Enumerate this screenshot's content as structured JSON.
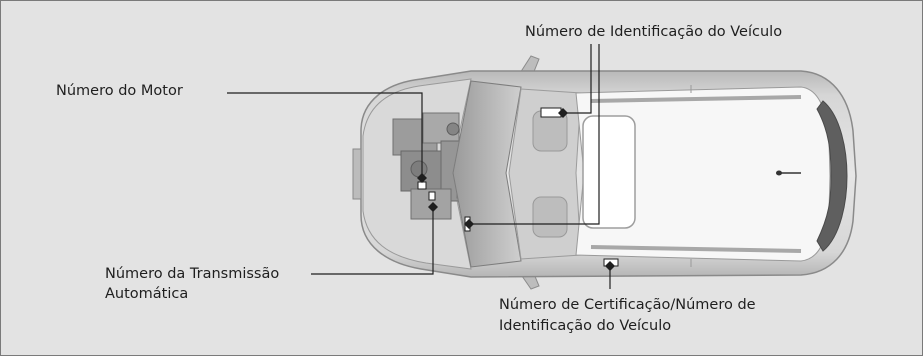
{
  "labels": {
    "motor": "Número do Motor",
    "vin_top": "Número de Identificação do Veículo",
    "transmission_line1": "Número da Transmissão",
    "transmission_line2": "Automática",
    "cert_line1": "Número de Certificação/Número de",
    "cert_line2": "Identificação do Veículo"
  },
  "colors": {
    "background": "#e3e3e3",
    "car_body": "#c9c9c9",
    "roof": "#f7f7f7",
    "leader": "#1f1f1f"
  }
}
